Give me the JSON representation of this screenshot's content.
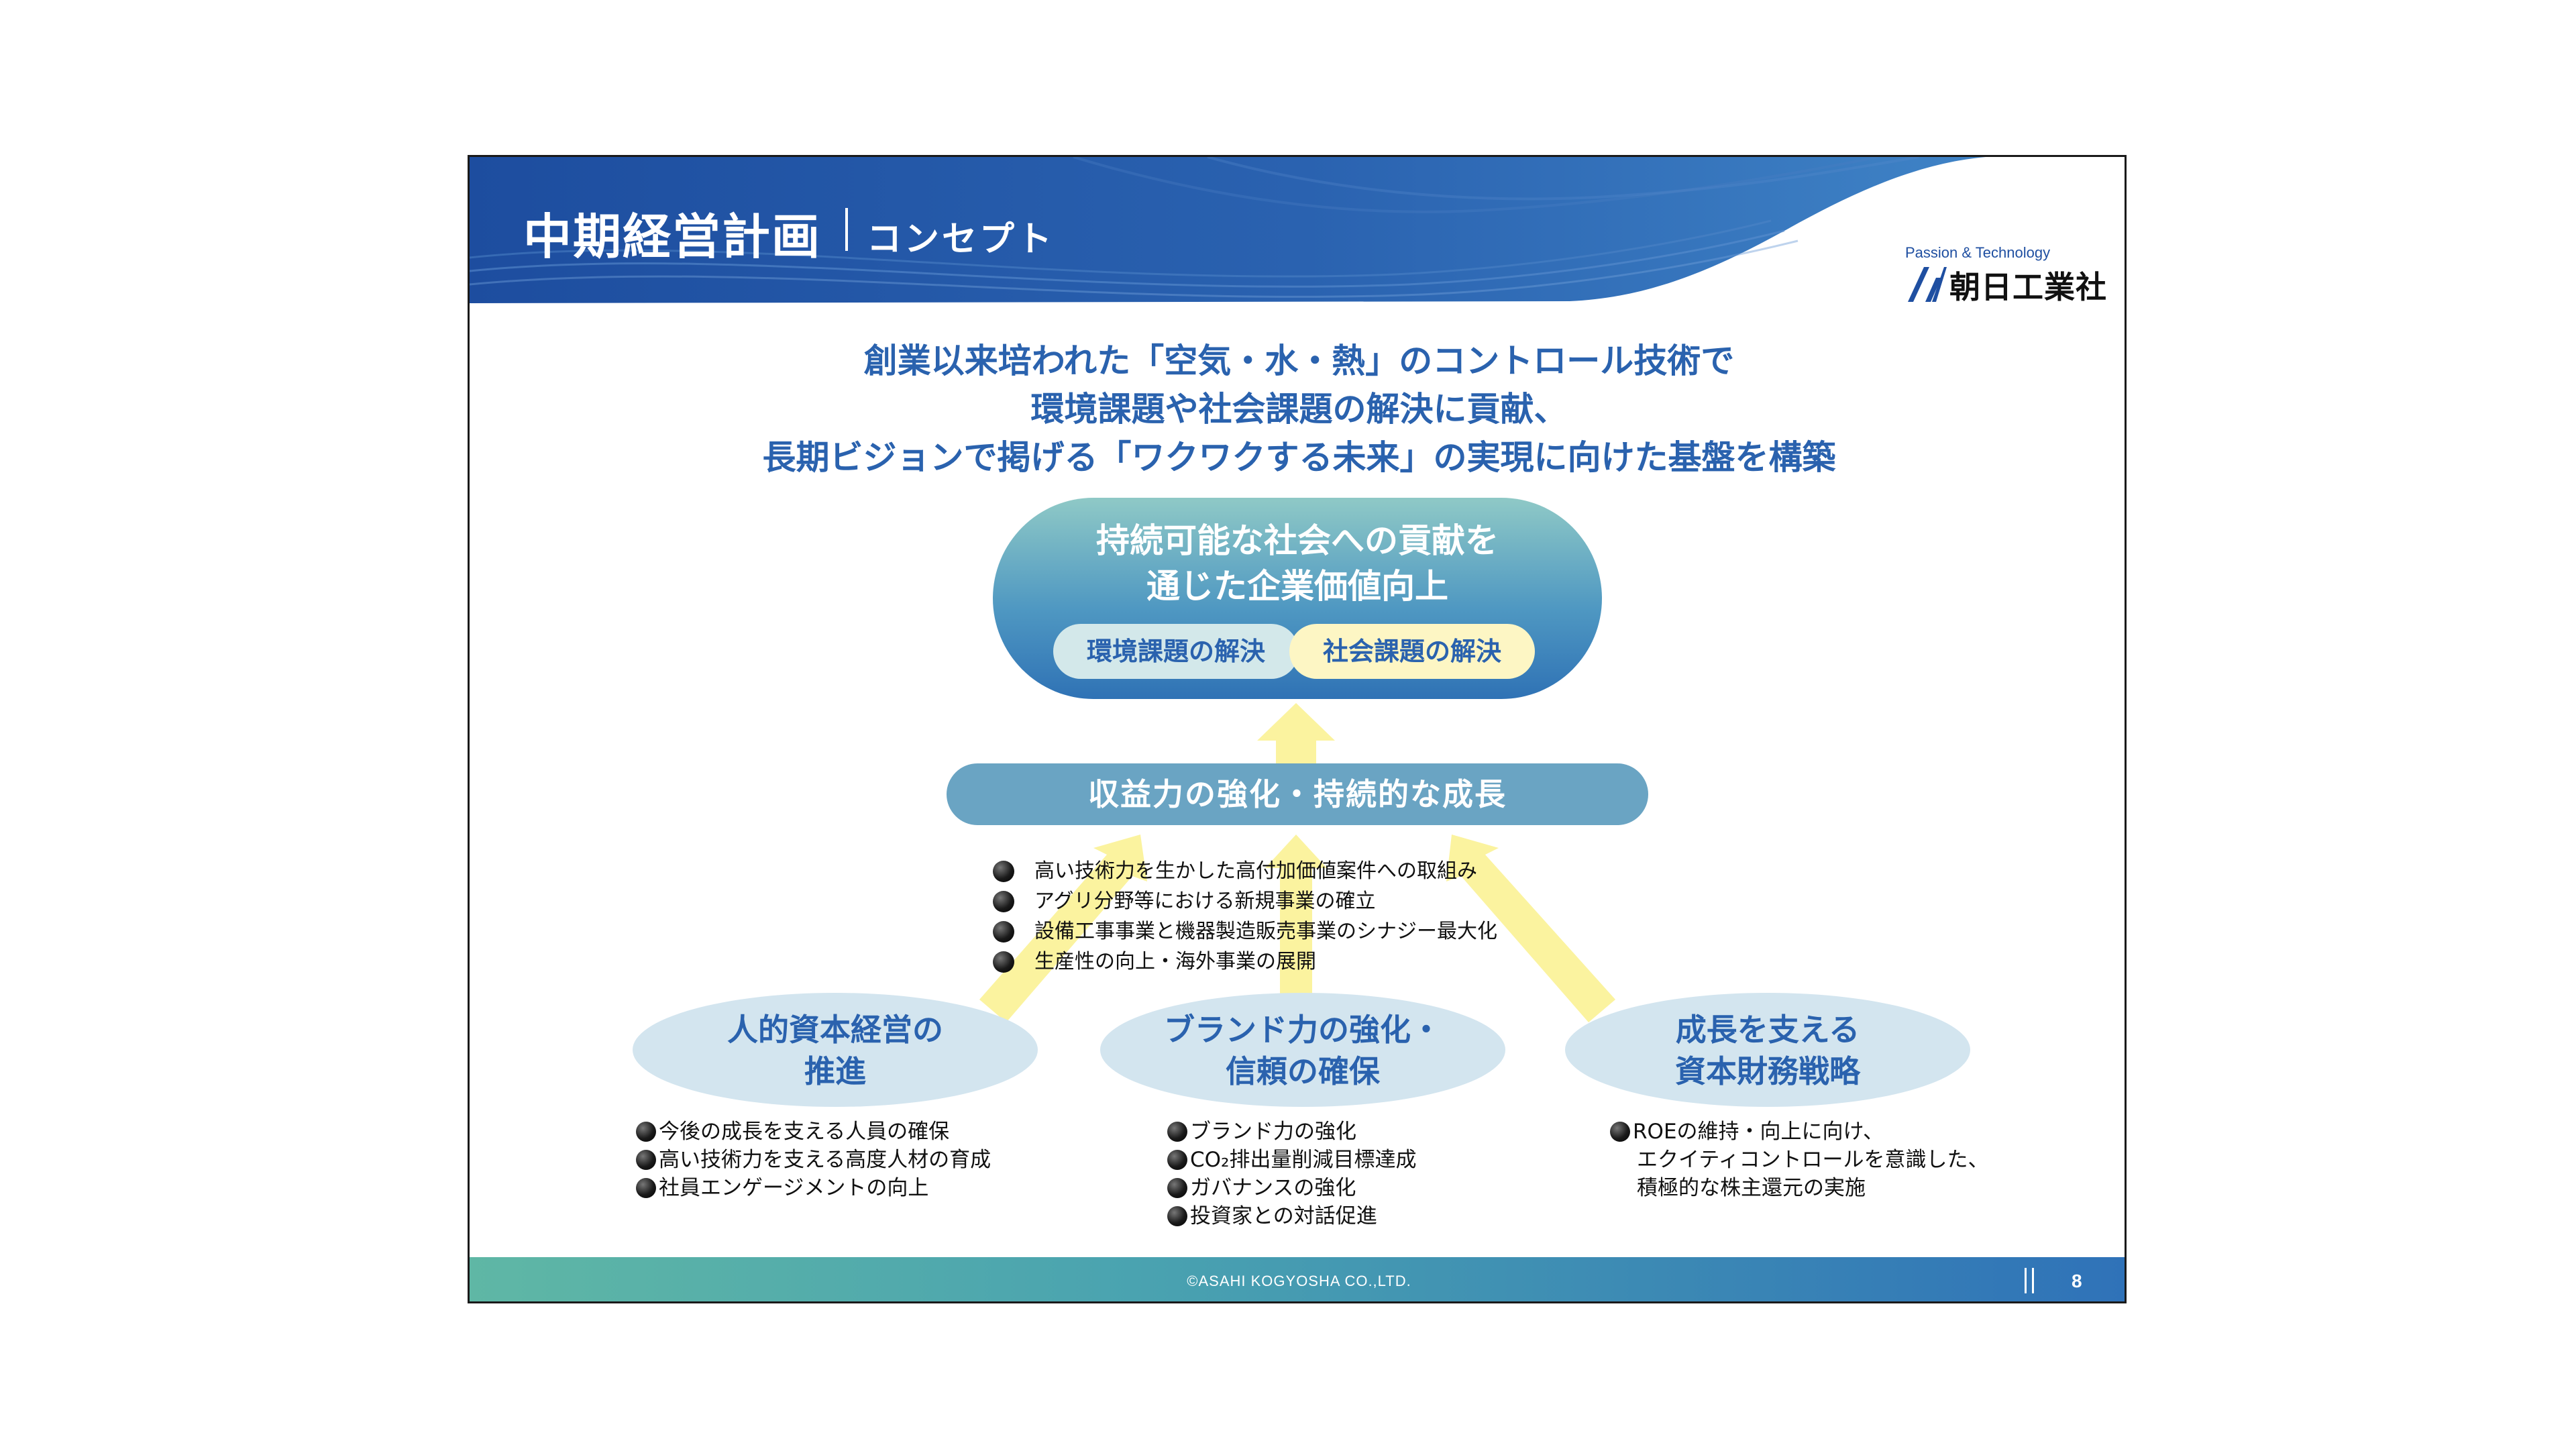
{
  "header": {
    "title": "中期経営計画",
    "subtitle": "コンセプト"
  },
  "logo": {
    "tagline": "Passion & Technology",
    "company": "朝日工業社"
  },
  "headline": [
    "創業以来培われた「空気・水・熱」のコントロール技術で",
    "環境課題や社会課題の解決に貢献、",
    "長期ビジョンで掲げる「ワクワクする未来」の実現に向けた基盤を構築"
  ],
  "goal": {
    "lines": [
      "持続可能な社会への貢献を",
      "通じた企業価値向上"
    ],
    "chips": [
      "環境課題の解決",
      "社会課題の解決"
    ]
  },
  "growth": {
    "label": "収益力の強化・持続的な成長",
    "items": [
      "高い技術力を生かした高付加価値案件への取組み",
      "アグリ分野等における新規事業の確立",
      "設備工事事業と機器製造販売事業のシナジー最大化",
      "生産性の向上・海外事業の展開"
    ]
  },
  "pillars": [
    {
      "lines": [
        "人的資本経営の",
        "推進"
      ],
      "items": [
        "今後の成長を支える人員の確保",
        "高い技術力を支える高度人材の育成",
        "社員エンゲージメントの向上"
      ]
    },
    {
      "lines": [
        "ブランド力の強化・",
        "信頼の確保"
      ],
      "items": [
        "ブランド力の強化",
        "CO₂排出量削減目標達成",
        "ガバナンスの強化",
        "投資家との対話促進"
      ]
    },
    {
      "lines": [
        "成長を支える",
        "資本財務戦略"
      ],
      "items": [
        "ROEの維持・向上に向け、",
        "エクイティコントロールを意識した、",
        "積極的な株主還元の実施"
      ]
    }
  ],
  "footer": {
    "copyright": "©ASAHI KOGYOSHA CO.,LTD.",
    "page": "8"
  },
  "colors": {
    "brand_blue": "#2a62ae",
    "header_dark": "#1f55a4",
    "arrow_yellow": "#fbf29a",
    "ellipse_fill": "#d3e5ef",
    "mid_bar": "#6aa4c3"
  }
}
